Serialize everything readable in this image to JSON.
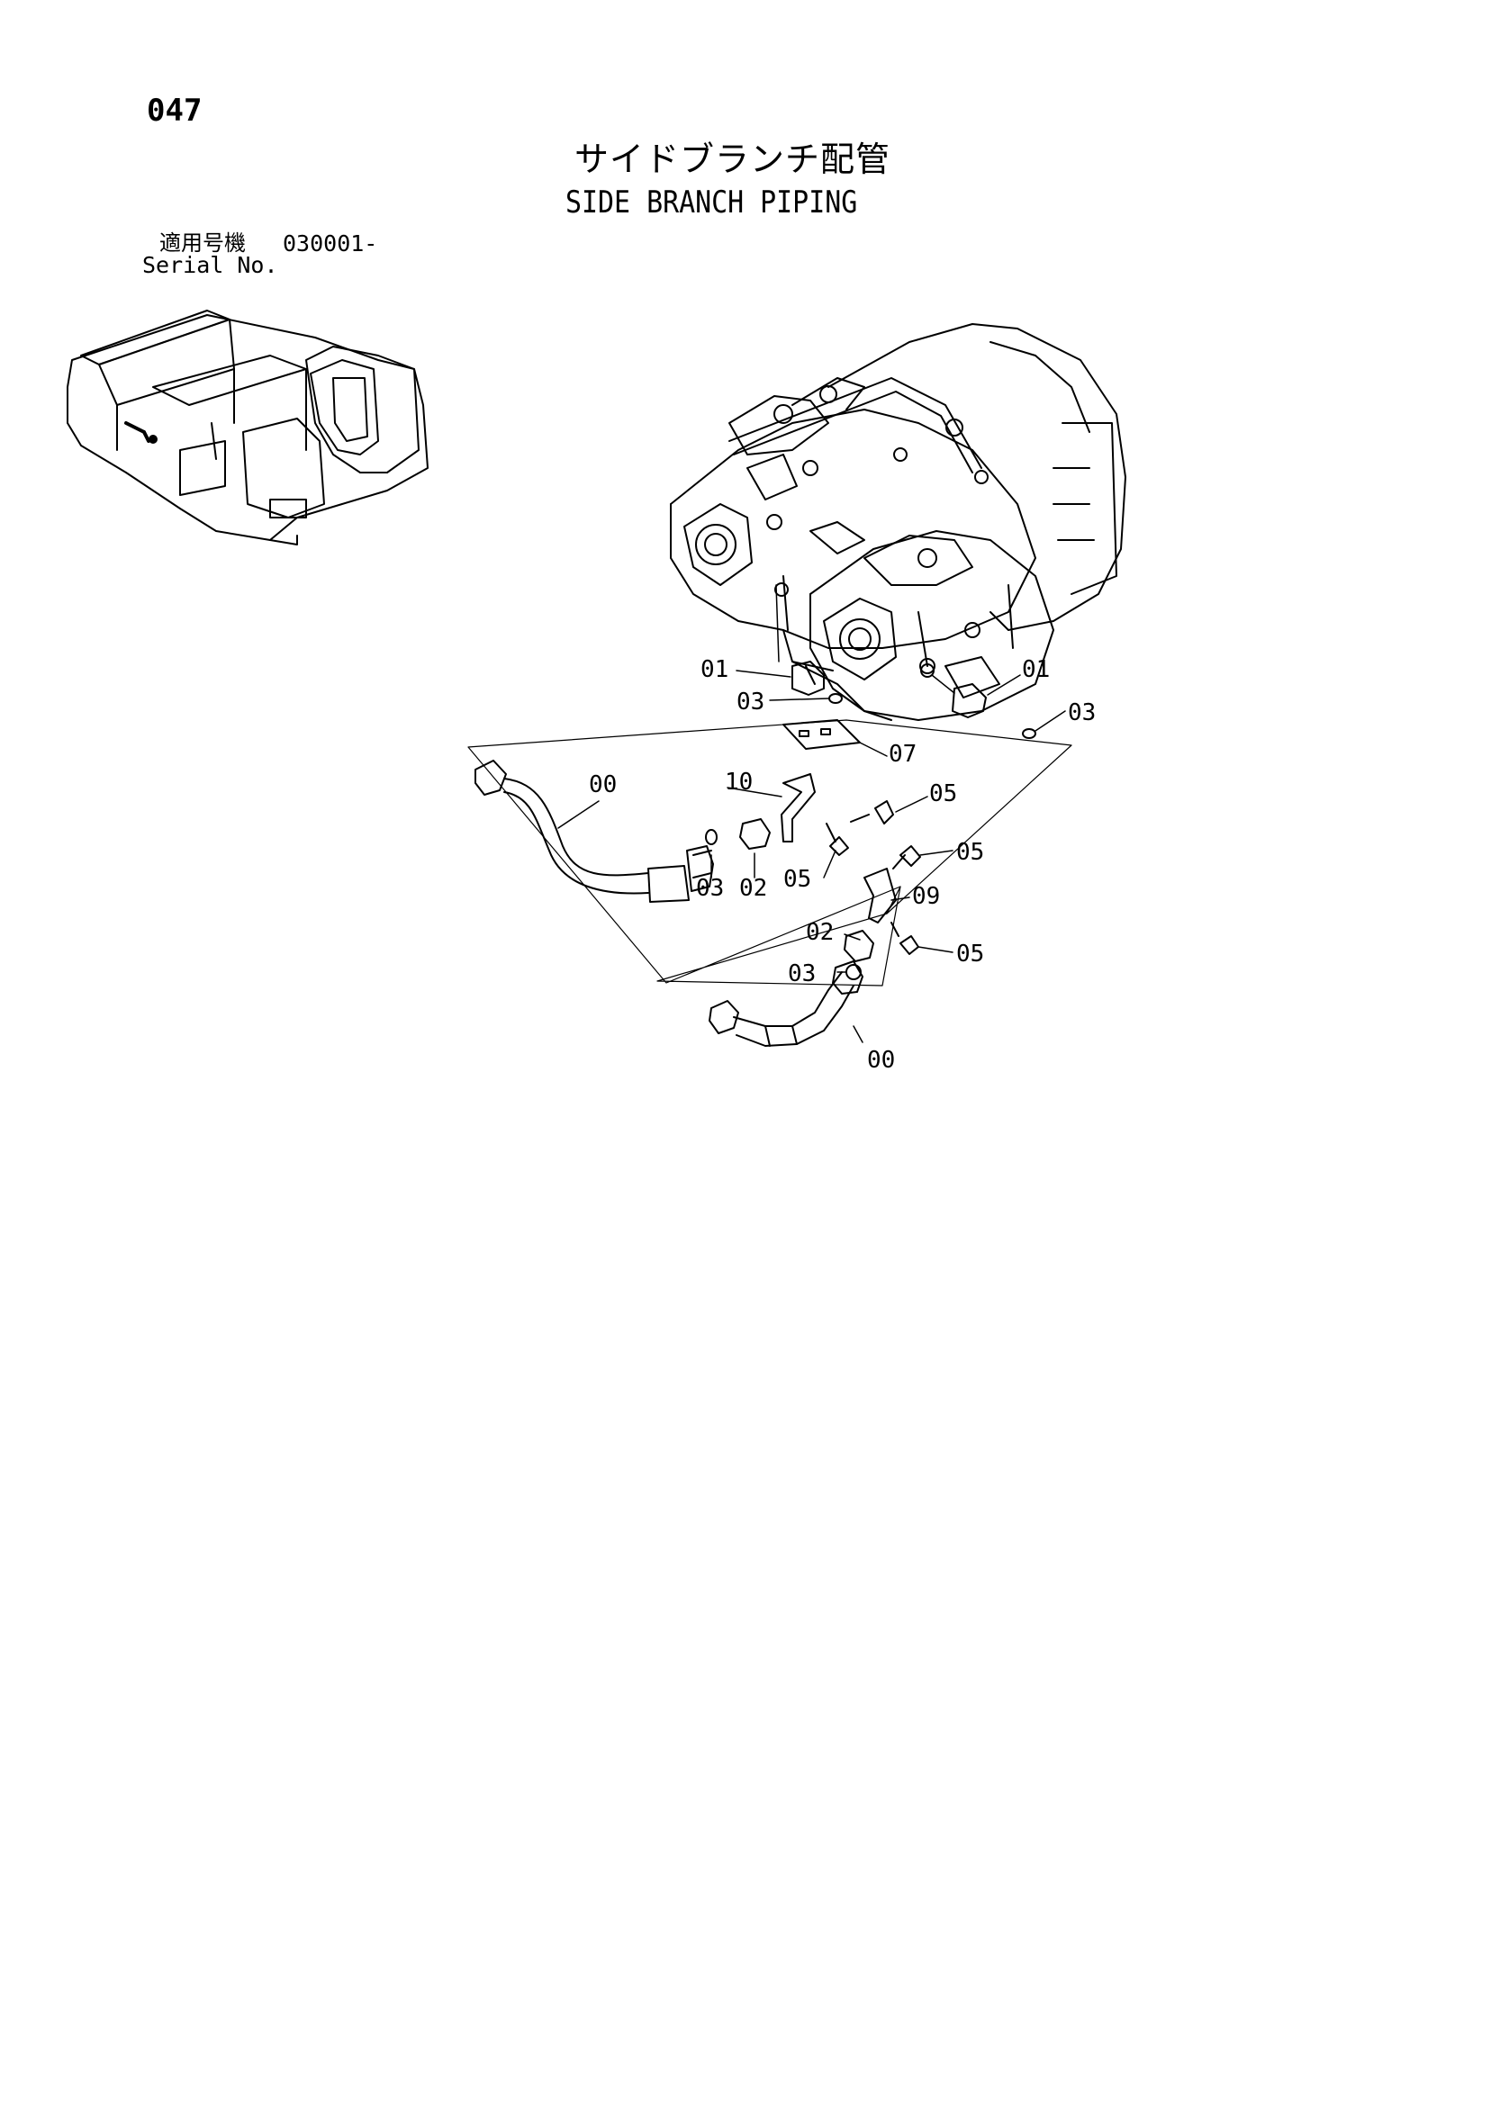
{
  "page": {
    "number": "047",
    "title_ja": "サイドブランチ配管",
    "title_en": "SIDE BRANCH PIPING",
    "serial_label_ja": "適用号機",
    "serial_value": "030001-",
    "serial_label_en": "Serial No."
  },
  "callouts": [
    {
      "id": "c01a",
      "label": "01"
    },
    {
      "id": "c03a",
      "label": "03"
    },
    {
      "id": "c01b",
      "label": "01"
    },
    {
      "id": "c03b",
      "label": "03"
    },
    {
      "id": "c07",
      "label": "07"
    },
    {
      "id": "c00a",
      "label": "00"
    },
    {
      "id": "c10",
      "label": "10"
    },
    {
      "id": "c05a",
      "label": "05"
    },
    {
      "id": "c05b",
      "label": "05"
    },
    {
      "id": "c05c",
      "label": "05"
    },
    {
      "id": "c03c",
      "label": "03"
    },
    {
      "id": "c02a",
      "label": "02"
    },
    {
      "id": "c09",
      "label": "09"
    },
    {
      "id": "c02b",
      "label": "02"
    },
    {
      "id": "c03d",
      "label": "03"
    },
    {
      "id": "c05d",
      "label": "05"
    },
    {
      "id": "c00b",
      "label": "00"
    }
  ]
}
